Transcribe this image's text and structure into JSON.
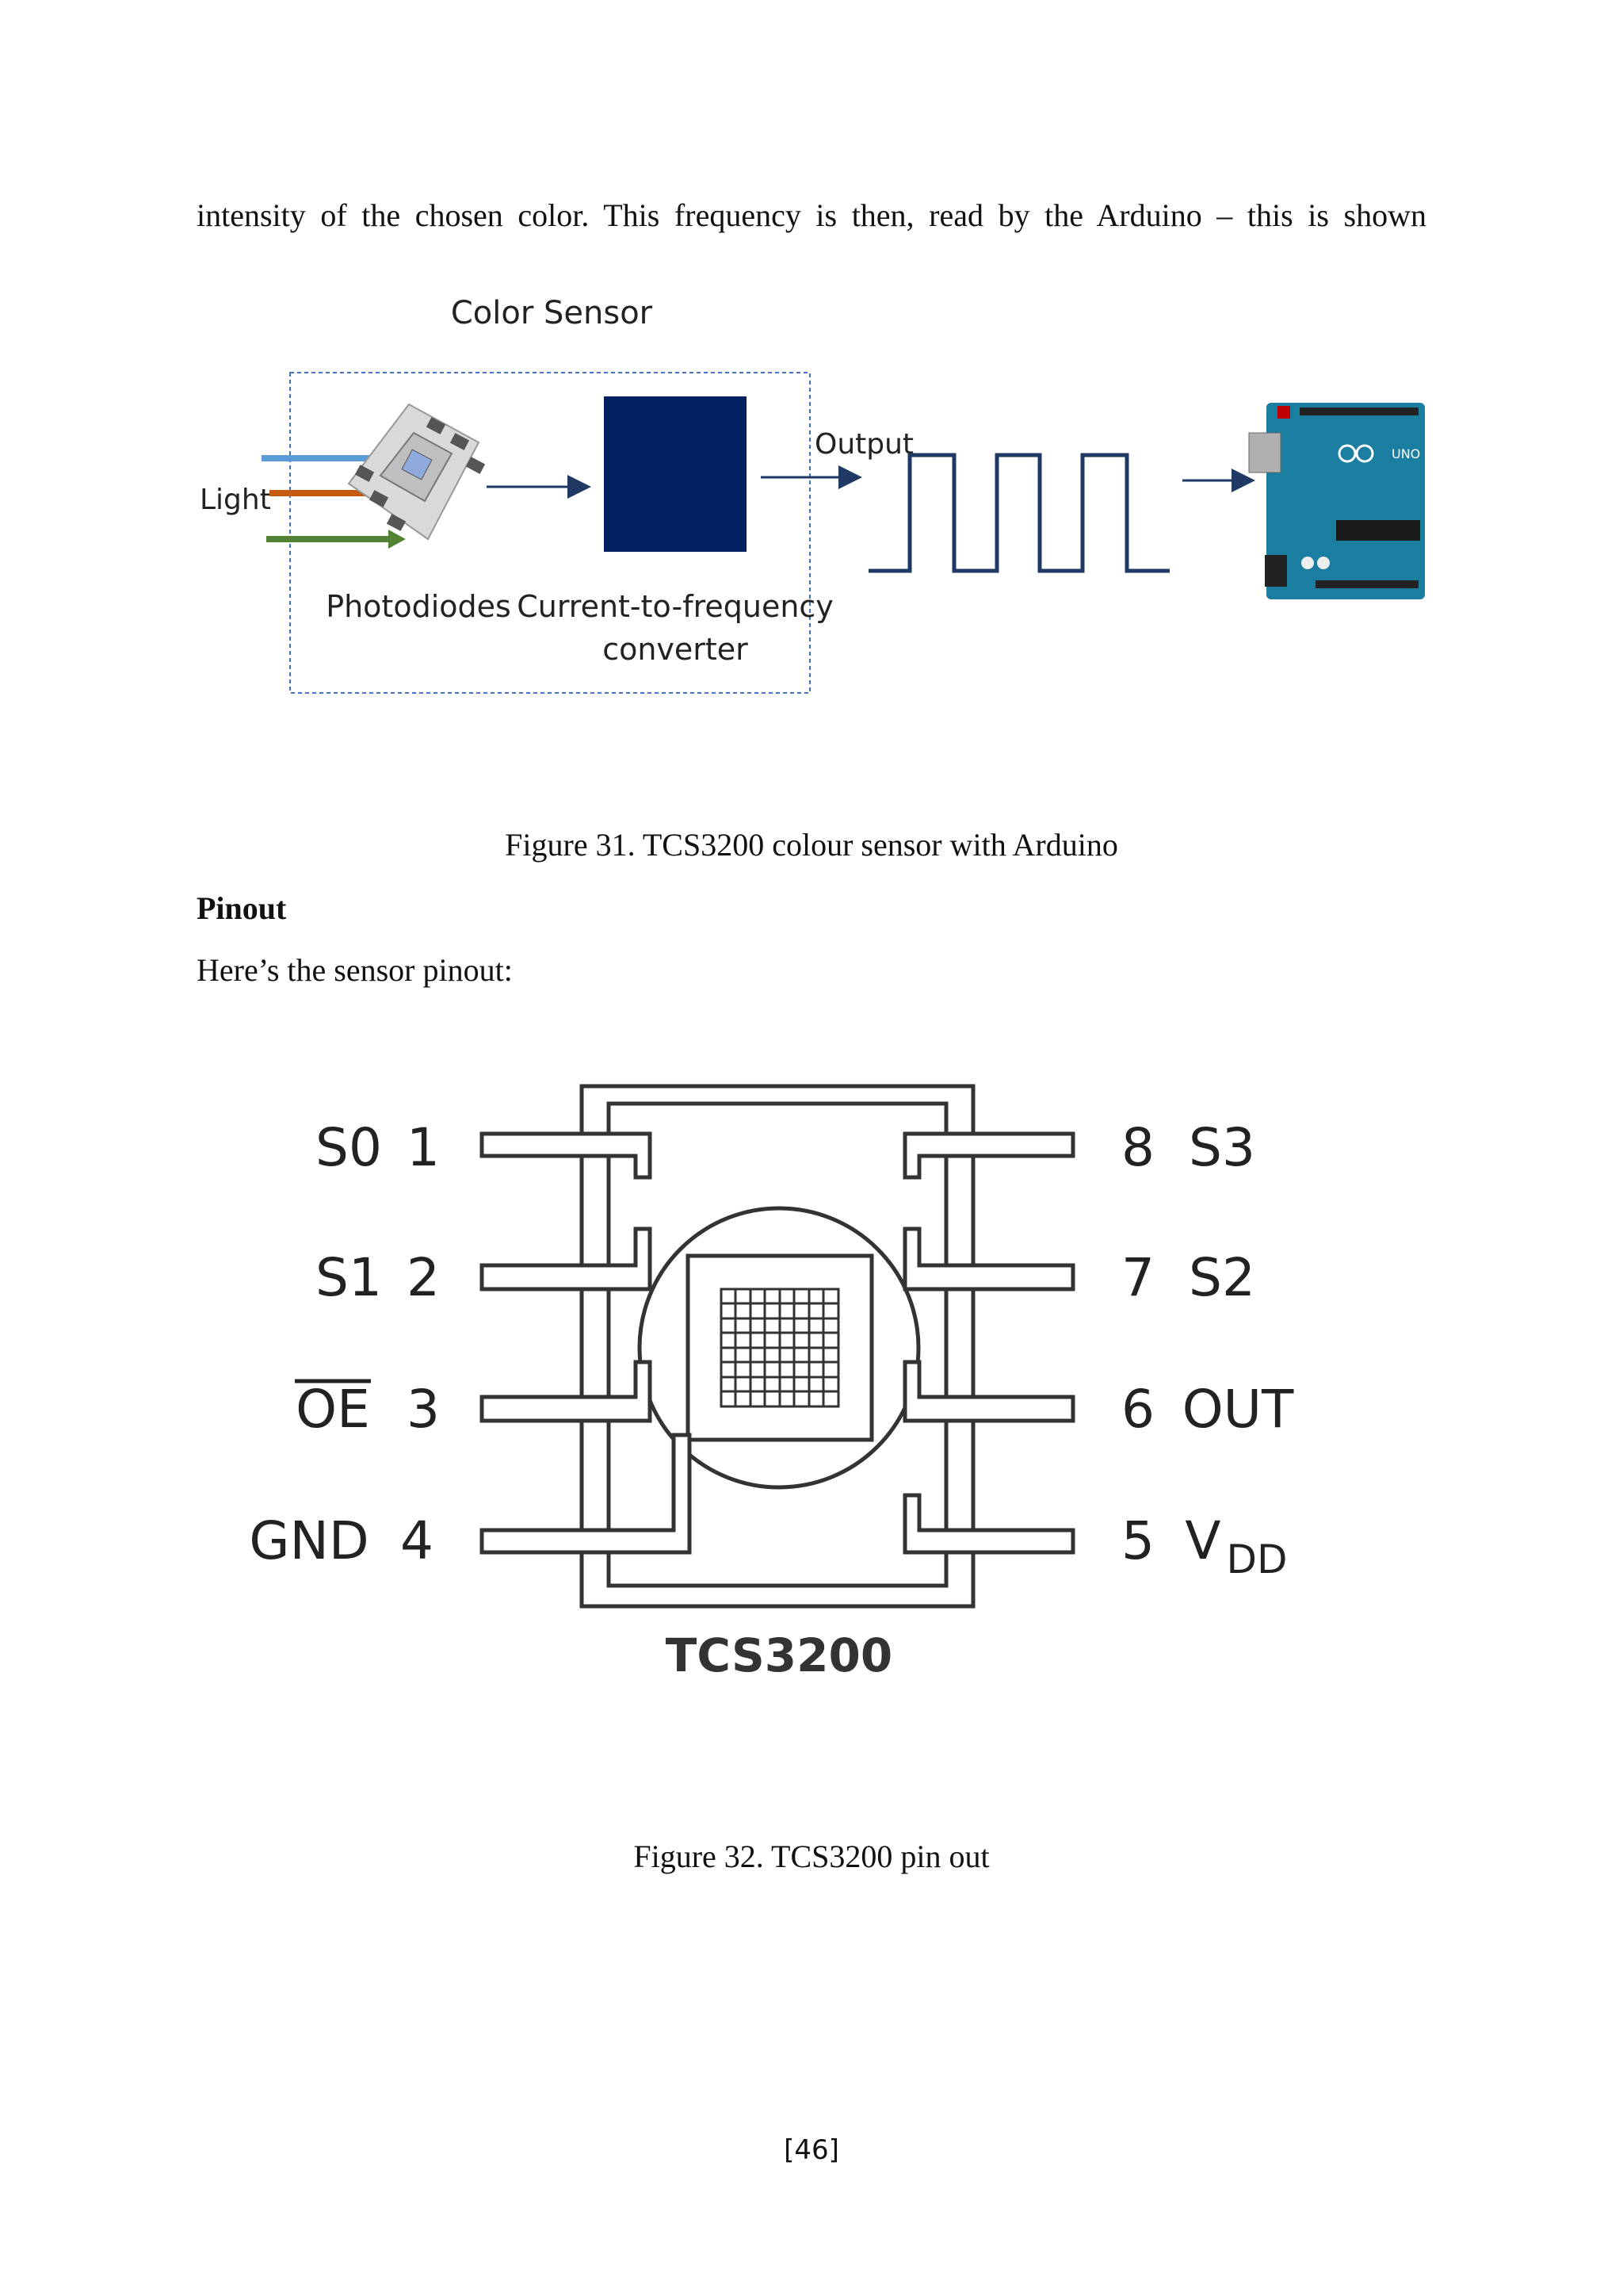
{
  "intro_text": "intensity of the chosen color. This frequency is then, read by the Arduino – this is shown",
  "figure31": {
    "title": "Color Sensor",
    "light_label": "Light",
    "photodiodes_label": "Photodiodes",
    "converter_label_line1": "Current-to-frequency",
    "converter_label_line2": "converter",
    "output_label": "Output",
    "arduino_logo": "UNO",
    "colors": {
      "blue_arrow": "#5b9bd5",
      "orange_arrow": "#c55a11",
      "green_arrow": "#548235",
      "converter": "#002060",
      "board": "#1a7ea0"
    }
  },
  "caption31": "Figure 31. TCS3200 colour sensor with Arduino",
  "pinout_heading": "Pinout",
  "pinout_text": "Here’s the sensor pinout:",
  "figure32": {
    "chip_name": "TCS3200",
    "pins_left": [
      {
        "name": "S0",
        "num": "1"
      },
      {
        "name": "S1",
        "num": "2"
      },
      {
        "name": "OE",
        "num": "3"
      },
      {
        "name": "GND",
        "num": "4"
      }
    ],
    "pins_right": [
      {
        "num": "8",
        "name": "S3"
      },
      {
        "num": "7",
        "name": "S2"
      },
      {
        "num": "6",
        "name": "OUT"
      },
      {
        "num": "5",
        "name": "V",
        "sub": "DD"
      }
    ]
  },
  "caption32": "Figure 32. TCS3200 pin out",
  "page_number": "[46]"
}
